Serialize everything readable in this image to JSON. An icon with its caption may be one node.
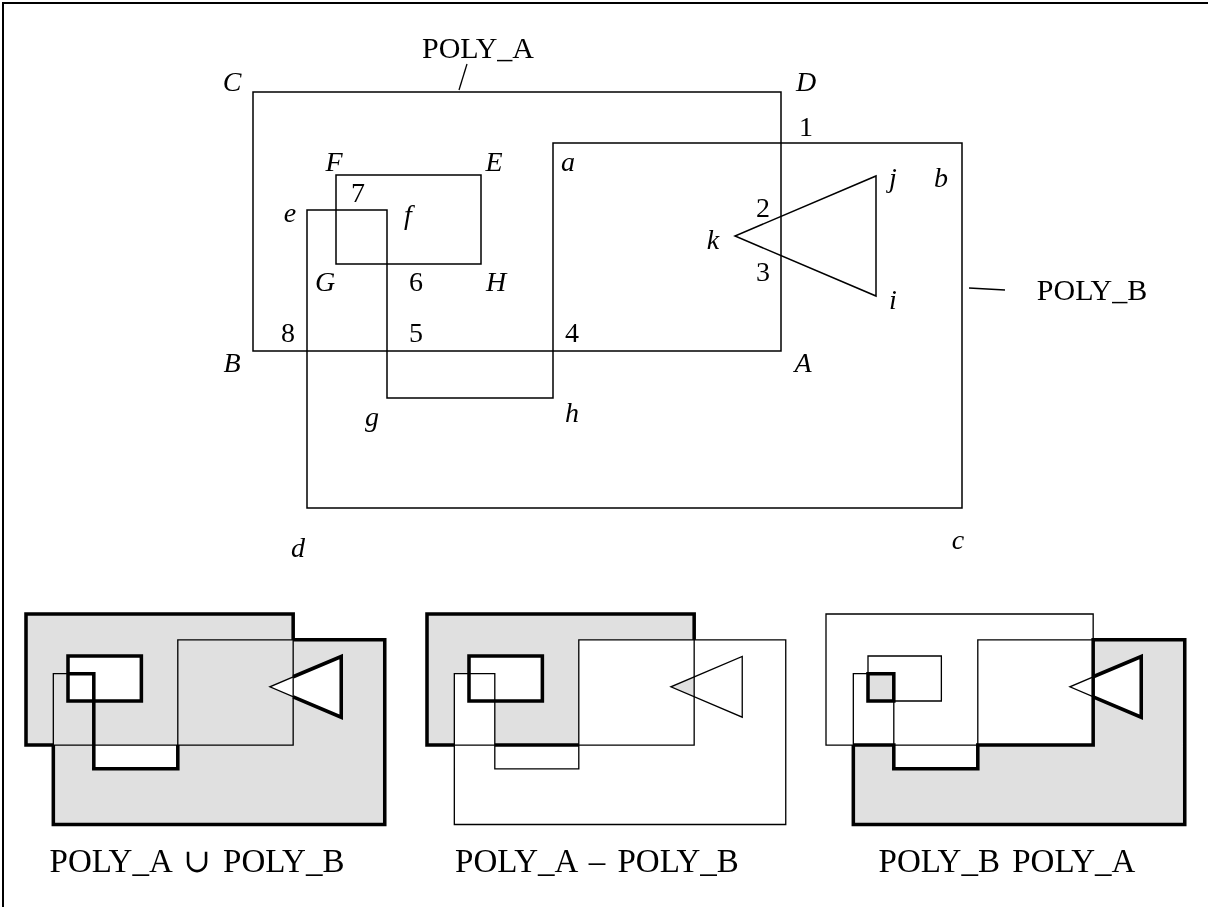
{
  "diagram": {
    "nodes": [
      {
        "text": [
          "POLY_A"
        ]
      },
      {
        "text": [],
        "shape": "polygon"
      },
      {
        "text": [
          "POLY_B"
        ]
      },
      {
        "text": [],
        "shape": "polygon"
      }
    ],
    "edges": [
      {
        "from": 0,
        "to": 1,
        "arrow": "none"
      },
      {
        "from": 2,
        "to": 3,
        "arrow": "none"
      }
    ],
    "labels": [
      "C",
      "D",
      "1",
      "F",
      "E",
      "a",
      "j",
      "b",
      "7",
      "e",
      "f",
      "2",
      "k",
      "3",
      "G",
      "6",
      "H",
      "i",
      "8",
      "5",
      "4",
      "B",
      "A",
      "g",
      "h",
      "d",
      "c",
      "POLY_A ∪ POLY_B",
      "POLY_A – POLY_B",
      "POLY_B  POLY_A"
    ]
  }
}
